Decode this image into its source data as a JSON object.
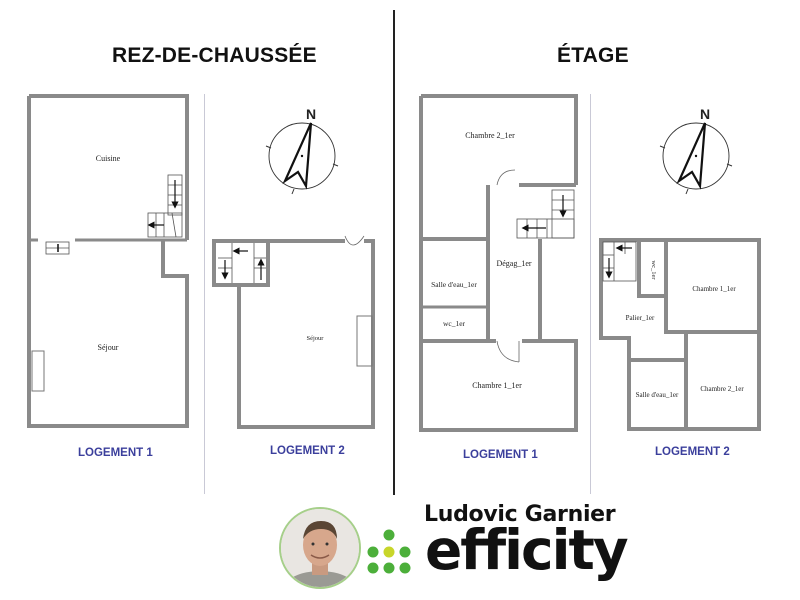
{
  "sections": {
    "ground_floor": {
      "title": "REZ-DE-CHAUSSÉE"
    },
    "upper_floor": {
      "title": "ÉTAGE"
    }
  },
  "plans": {
    "ground_unit1": {
      "label": "LOGEMENT 1",
      "rooms": [
        "Cuisine",
        "Séjour"
      ]
    },
    "ground_unit2": {
      "label": "LOGEMENT 2",
      "rooms": [
        "Séjour"
      ]
    },
    "upper_unit1": {
      "label": "LOGEMENT 1",
      "rooms": [
        "Chambre 2_1er",
        "Dégag_1er",
        "Salle d'eau_1er",
        "wc_1er",
        "Chambre 1_1er"
      ]
    },
    "upper_unit2": {
      "label": "LOGEMENT 2",
      "rooms": [
        "wc_1er",
        "Chambre 1_1er",
        "Palier_1er",
        "Salle d'eau_1er",
        "Chambre 2_1er"
      ]
    }
  },
  "compass": {
    "label": "N",
    "icon": "north-arrow-icon"
  },
  "branding": {
    "agent_name": "Ludovic Garnier",
    "brand": "efficity",
    "colors": {
      "dot_green": "#4caf3a",
      "dot_yellow": "#c8d62a",
      "accent_label": "#3b3f9c"
    }
  }
}
